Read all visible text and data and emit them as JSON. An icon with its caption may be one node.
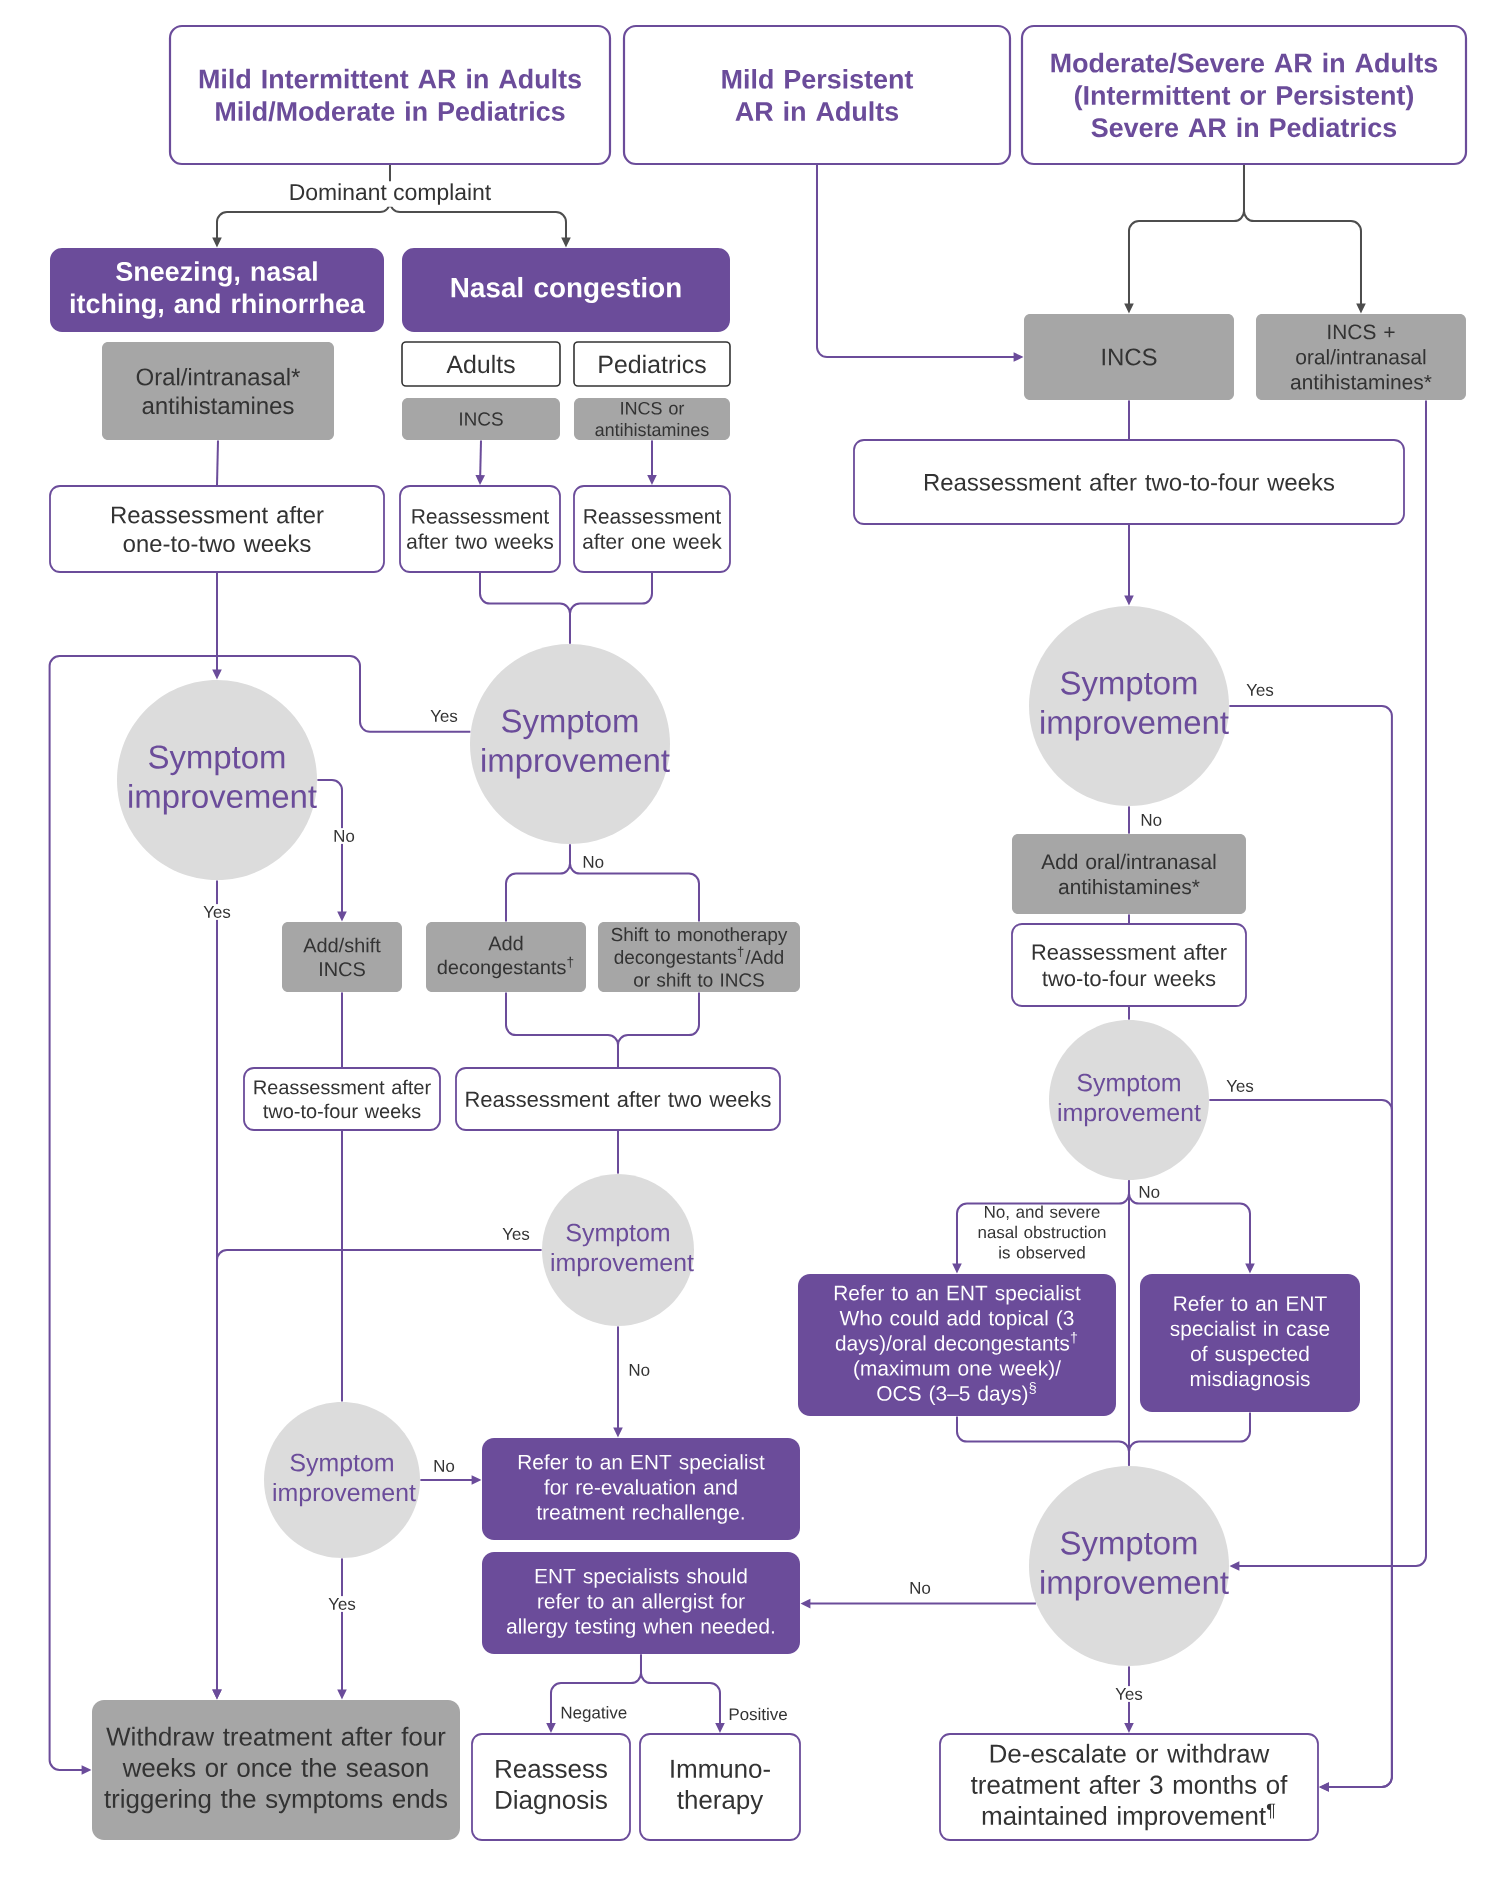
{
  "diagram": {
    "nodes": [
      {
        "text": [
          "Mild Intermittent AR in Adults Mild/Moderate in Pediatrics"
        ]
      },
      {
        "text": [
          "Mild Persistent AR in Adults"
        ]
      },
      {
        "text": [
          "Moderate/Severe AR in Adults (Intermittent or Persistent) Severe AR in Pediatrics"
        ]
      },
      {
        "text": [
          "Sneezing, nasal itching, and rhinorrhea"
        ]
      },
      {
        "text": [
          "Nasal congestion"
        ]
      },
      {
        "text": [
          "Oral/intranasal* antihistamines"
        ]
      },
      {
        "text": [
          "Adults"
        ]
      },
      {
        "text": [
          "Pediatrics"
        ]
      },
      {
        "text": [
          "INCS"
        ]
      },
      {
        "text": [
          "INCS or antihistamines"
        ]
      },
      {
        "text": [
          "INCS"
        ]
      },
      {
        "text": [
          "INCS + oral/intranasal antihistamines*"
        ]
      },
      {
        "text": [
          "Reassessment after one-to-two weeks"
        ]
      },
      {
        "text": [
          "Reassessment after two weeks"
        ]
      },
      {
        "text": [
          "Reassessment after one week"
        ]
      },
      {
        "text": [
          "Reassessment after two-to-four weeks"
        ]
      },
      {
        "text": [
          "Symptom improvement"
        ]
      },
      {
        "text": [
          "Symptom improvement"
        ]
      },
      {
        "text": [
          "Symptom improvement"
        ]
      },
      {
        "text": [
          "Add/shift INCS"
        ]
      },
      {
        "text": [
          "Add decongestants$^{†}$"
        ]
      },
      {
        "text": [
          "Shift to monotherapy decongestants$^{†}$/Add or shift to INCS"
        ]
      },
      {
        "text": [
          "Add oral/intranasal antihistamines*"
        ]
      },
      {
        "text": [
          "Reassessment after two-to-four weeks"
        ]
      },
      {
        "text": [
          "Reassessment after two weeks"
        ]
      },
      {
        "text": [
          "Reassessment after two-to-four weeks"
        ]
      },
      {
        "text": [
          "Symptom improvement"
        ]
      },
      {
        "text": [
          "Symptom improvement"
        ]
      },
      {
        "text": [
          "Symptom improvement"
        ]
      },
      {
        "text": [
          "Refer to an ENT specialist for re-evaluation and treatment rechallenge."
        ]
      },
      {
        "text": [
          "ENT specialists should refer to an allergist for allergy testing when needed."
        ]
      },
      {
        "text": [
          "Refer to an ENT specialist Who could add topical (3 days)/oral decongestants$^{†}$ (maximum one week)/ OCS (3–5 days)$^{§}$"
        ]
      },
      {
        "text": [
          "Refer to an ENT specialist in case of suspected misdiagnosis"
        ]
      },
      {
        "text": [
          "Symptom improvement"
        ]
      },
      {
        "text": [
          "Withdraw treatment after four weeks or once the season triggering the symptoms ends"
        ]
      },
      {
        "text": [
          "Reassess Diagnosis"
        ]
      },
      {
        "text": [
          "Immuno-therapy"
        ]
      },
      {
        "text": [
          "De-escalate or withdraw treatment after 3 months of maintained improvement$^{¶}$"
        ]
      }
    ],
    "edges": [
      {
        "from": 0,
        "to": 3,
        "arrow": "to",
        "label": "Dominant complaint",
        "color": "#4d4d4d"
      },
      {
        "from": 0,
        "to": 4,
        "arrow": "to",
        "color": "#4d4d4d"
      },
      {
        "from": 5,
        "to": 12,
        "arrow": "none"
      },
      {
        "from": 8,
        "to": 13,
        "arrow": "to"
      },
      {
        "from": 9,
        "to": 14,
        "arrow": "to"
      },
      {
        "from": 1,
        "to": 10,
        "arrow": "to"
      },
      {
        "from": 2,
        "to": 10,
        "arrow": "to",
        "color": "#4d4d4d"
      },
      {
        "from": 2,
        "to": 11,
        "arrow": "to",
        "color": "#4d4d4d"
      },
      {
        "from": 10,
        "to": 15,
        "arrow": "none"
      },
      {
        "from": 11,
        "to": 33,
        "arrow": "to"
      },
      {
        "from": 15,
        "to": 18,
        "arrow": "to"
      },
      {
        "from": 18,
        "to": 37,
        "arrow": "to",
        "label": "Yes"
      },
      {
        "from": 18,
        "to": 22,
        "arrow": "none",
        "label": "No"
      },
      {
        "from": 22,
        "to": 25,
        "arrow": "none"
      },
      {
        "from": 25,
        "to": 27,
        "arrow": "none"
      },
      {
        "from": 27,
        "to": 37,
        "arrow": "to",
        "label": "Yes"
      },
      {
        "from": 27,
        "to": 31,
        "arrow": "to",
        "label": "No, and severe nasal obstruction is observed"
      },
      {
        "from": 27,
        "to": 32,
        "arrow": "to",
        "label": "No"
      },
      {
        "from": 27,
        "to": 33,
        "arrow": "none"
      },
      {
        "from": 31,
        "to": 33,
        "arrow": "none"
      },
      {
        "from": 32,
        "to": 33,
        "arrow": "none"
      },
      {
        "from": 33,
        "to": 30,
        "arrow": "to",
        "label": "No"
      },
      {
        "from": 33,
        "to": 37,
        "arrow": "to",
        "label": "Yes"
      },
      {
        "from": 12,
        "to": 16,
        "arrow": "to"
      },
      {
        "from": 13,
        "to": 17,
        "arrow": "none"
      },
      {
        "from": 14,
        "to": 17,
        "arrow": "none"
      },
      {
        "from": 16,
        "to": 34,
        "arrow": "to",
        "label": "Yes"
      },
      {
        "from": 16,
        "to": 19,
        "arrow": "to",
        "label": "No"
      },
      {
        "from": 17,
        "to": 34,
        "arrow": "to",
        "label": "Yes"
      },
      {
        "from": 17,
        "to": 20,
        "arrow": "none",
        "label": "No"
      },
      {
        "from": 17,
        "to": 21,
        "arrow": "none"
      },
      {
        "from": 19,
        "to": 23,
        "arrow": "none"
      },
      {
        "from": 23,
        "to": 28,
        "arrow": "none"
      },
      {
        "from": 20,
        "to": 24,
        "arrow": "none"
      },
      {
        "from": 21,
        "to": 24,
        "arrow": "none"
      },
      {
        "from": 24,
        "to": 26,
        "arrow": "none"
      },
      {
        "from": 26,
        "to": 34,
        "arrow": "to",
        "label": "Yes"
      },
      {
        "from": 26,
        "to": 29,
        "arrow": "to",
        "label": "No"
      },
      {
        "from": 28,
        "to": 29,
        "arrow": "to",
        "label": "No"
      },
      {
        "from": 28,
        "to": 34,
        "arrow": "to",
        "label": "Yes"
      },
      {
        "from": 30,
        "to": 35,
        "arrow": "to",
        "label": "Negative"
      },
      {
        "from": 30,
        "to": 36,
        "arrow": "to",
        "label": "Positive"
      }
    ]
  }
}
